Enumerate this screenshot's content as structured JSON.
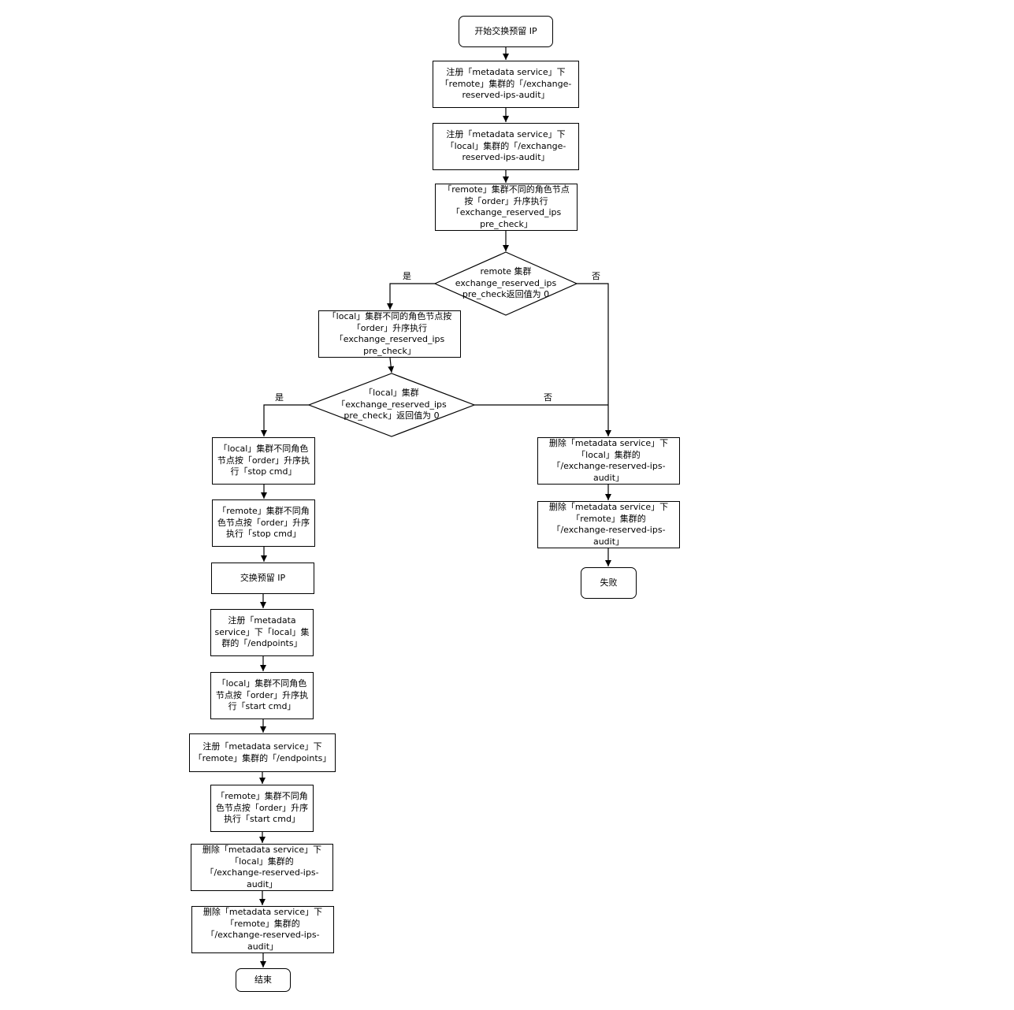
{
  "nodes": {
    "start": "开始交换预留 IP",
    "reg_remote_audit": "注册「metadata service」下\n「remote」集群的「/exchange-\nreserved-ips-audit」",
    "reg_local_audit": "注册「metadata service」下\n「local」集群的「/exchange-\nreserved-ips-audit」",
    "remote_precheck": "「remote」集群不同的角色节点\n按「order」升序执行\n「exchange_reserved_ips\npre_check」",
    "dec_remote": "remote 集群\nexchange_reserved_ips\npre_check返回值为 0",
    "local_precheck": "「local」集群不同的角色节点按\n「order」升序执行\n「exchange_reserved_ips\npre_check」",
    "dec_local": "「local」集群\n「exchange_reserved_ips\npre_check」返回值为 0",
    "local_stop": "「local」集群不同角色\n节点按「order」升序执\n行「stop cmd」",
    "remote_stop": "「remote」集群不同角\n色节点按「order」升序\n执行「stop cmd」",
    "swap_ip": "交换预留 IP",
    "reg_local_endpoints": "注册「metadata\nservice」下「local」集\n群的「/endpoints」",
    "local_start": "「local」集群不同角色\n节点按「order」升序执\n行「start cmd」",
    "reg_remote_endpoints": "注册「metadata service」下\n「remote」集群的「/endpoints」",
    "remote_start": "「remote」集群不同角\n色节点按「order」升序\n执行「start cmd」",
    "del_local_audit_ok": "删除「metadata service」下\n「local」集群的\n「/exchange-reserved-ips-\naudit」",
    "del_remote_audit_ok": "删除「metadata service」下\n「remote」集群的\n「/exchange-reserved-ips-\naudit」",
    "end": "结束",
    "del_local_audit_fail": "删除「metadata service」下\n「local」集群的\n「/exchange-reserved-ips-\naudit」",
    "del_remote_audit_fail": "删除「metadata service」下\n「remote」集群的\n「/exchange-reserved-ips-\naudit」",
    "fail": "失败"
  },
  "edge_labels": {
    "remote_yes": "是",
    "remote_no": "否",
    "local_yes": "是",
    "local_no": "否"
  }
}
